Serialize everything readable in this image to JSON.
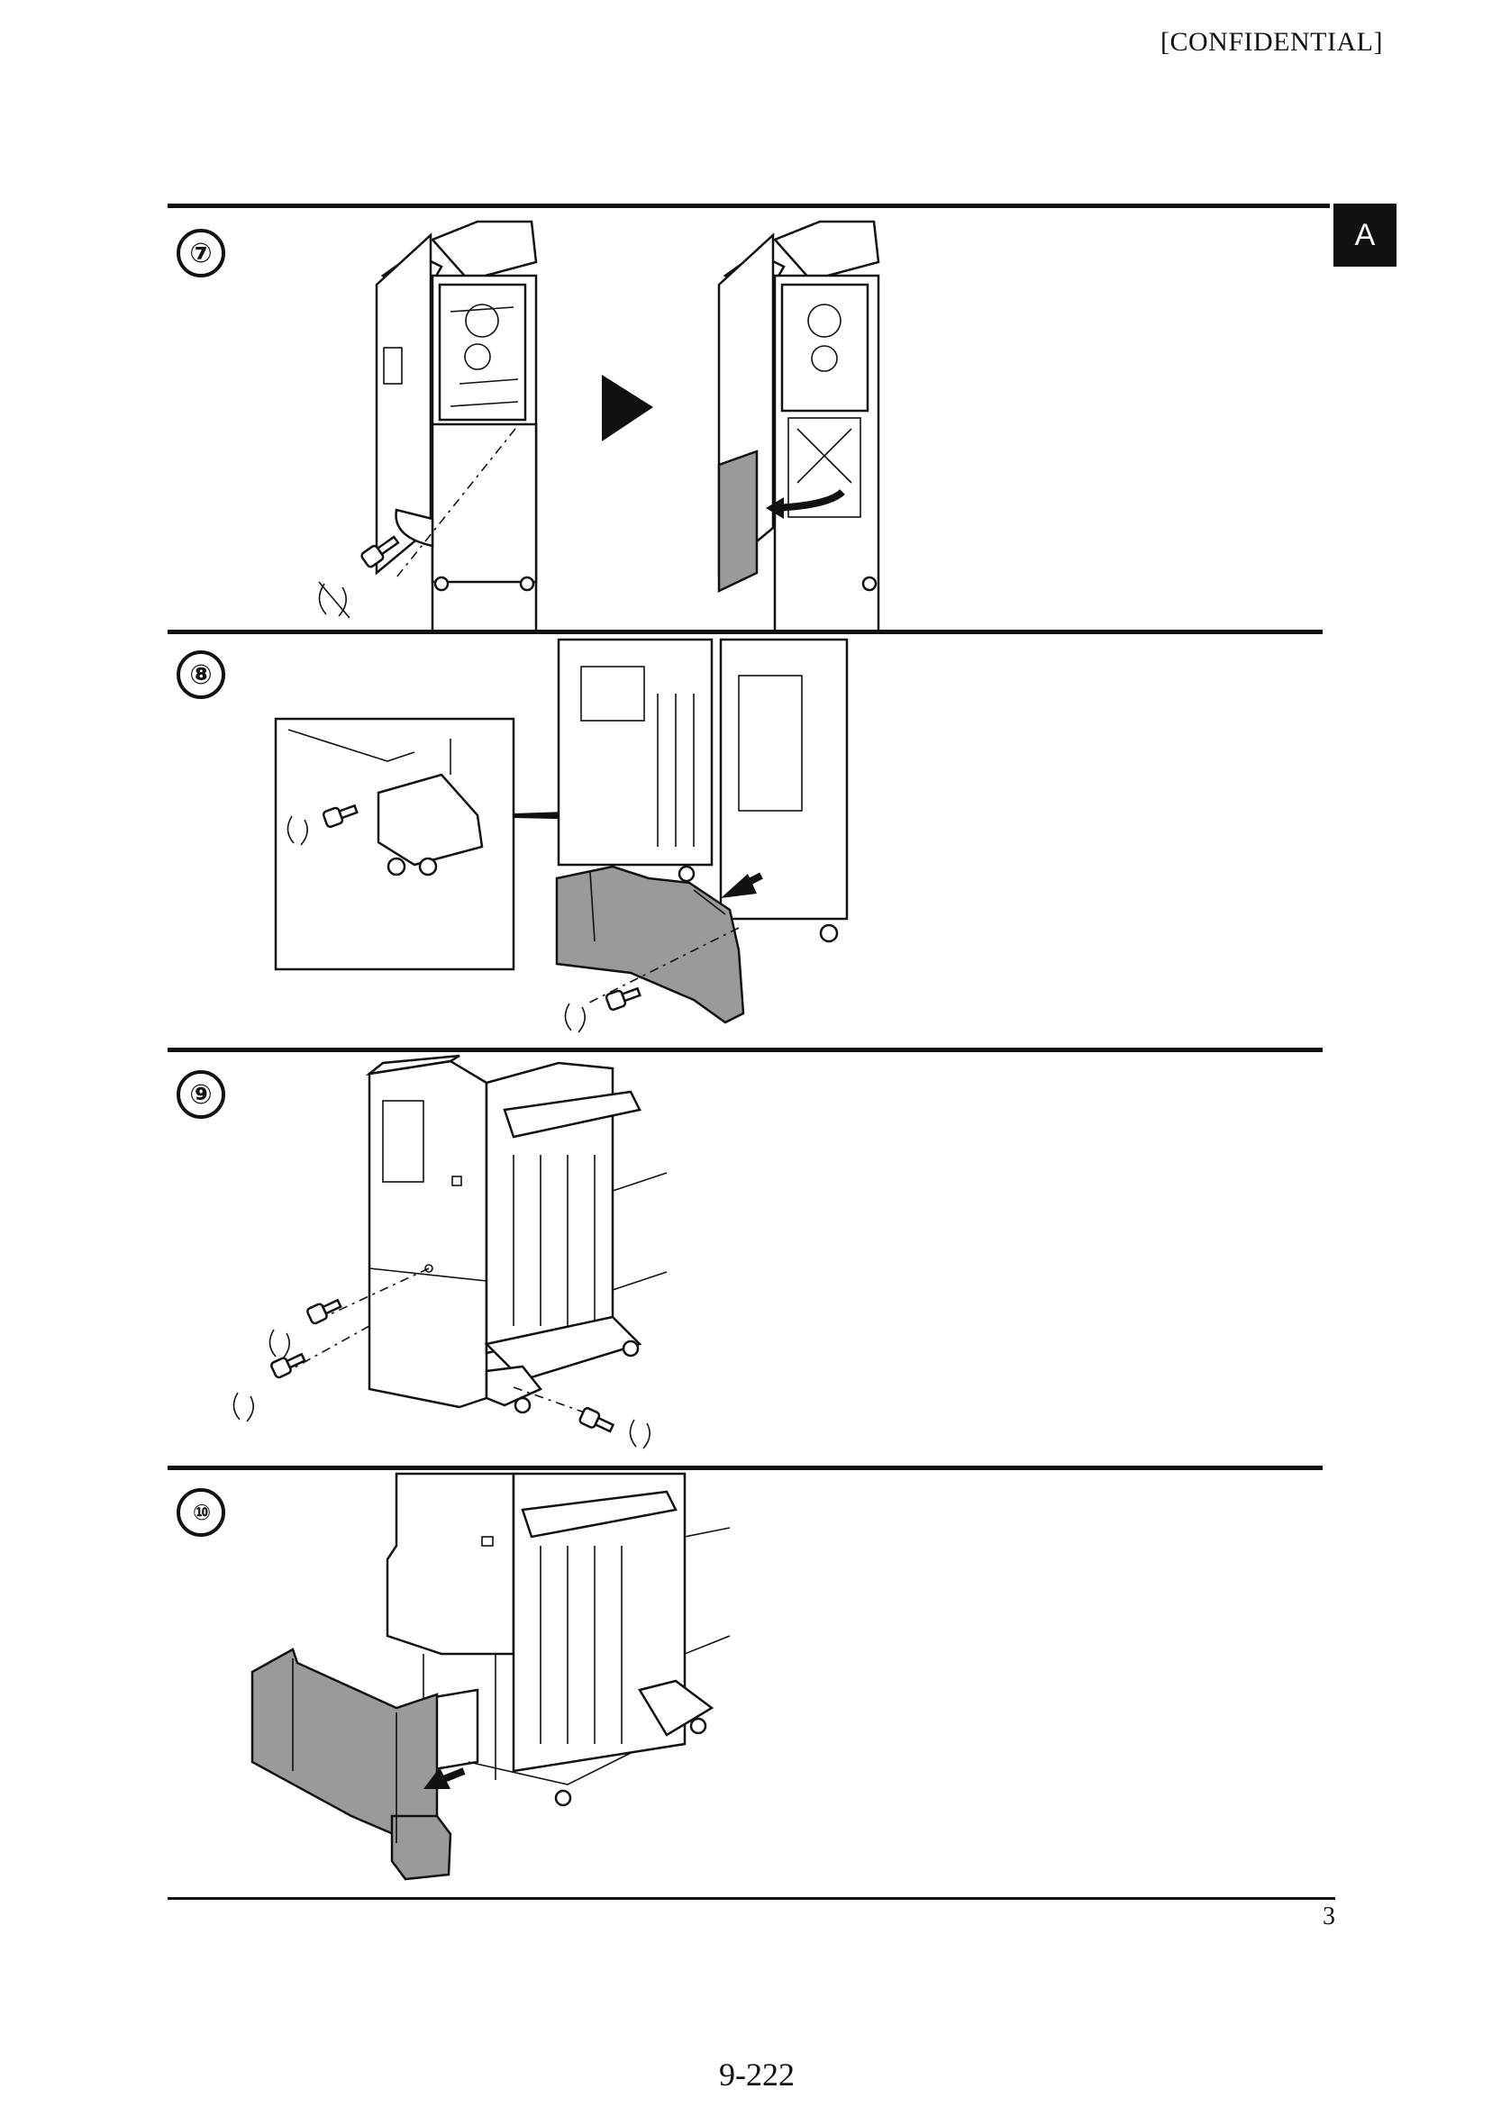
{
  "header": {
    "confidential": "[CONFIDENTIAL]",
    "section_tab": "A"
  },
  "steps": [
    {
      "number": "⑦",
      "illustration": "finisher-front-door-open-remove-screw-and-open-inner-panel"
    },
    {
      "number": "⑧",
      "illustration": "remove-screw-and-lower-front-cover"
    },
    {
      "number": "⑨",
      "illustration": "remove-three-screws-from-rear-cover"
    },
    {
      "number": "⑩",
      "illustration": "remove-rear-cover"
    }
  ],
  "footer": {
    "page_number": "3",
    "global_page": "9-222"
  },
  "colors": {
    "ink": "#111111",
    "part_highlight": "#9a9a9a",
    "paper": "#ffffff"
  }
}
